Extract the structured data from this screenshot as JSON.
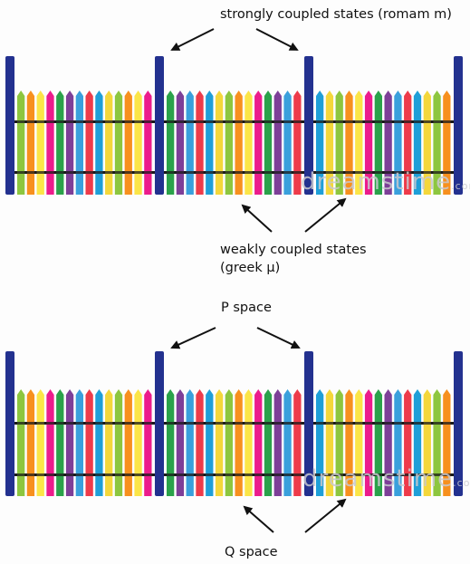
{
  "panels": [
    {
      "id": "top",
      "top_label": "strongly coupled states (romam m)",
      "bottom_label_line1": "weakly coupled states",
      "bottom_label_line2": "(greek μ)",
      "watermark": "dreamstime",
      "watermark_suffix": ".com"
    },
    {
      "id": "bottom",
      "top_label": "P space",
      "bottom_label_line1": "Q space",
      "watermark": "dreamstime",
      "watermark_suffix": ".com"
    }
  ],
  "colors": {
    "post": "#23318f",
    "rail": "#1a1a1a",
    "pickets": [
      "#8dc63f",
      "#f7901e",
      "#fbe547",
      "#ec1c8c",
      "#2ba24a",
      "#7d3f98",
      "#3aa0dc",
      "#ee3b4a",
      "#1f9fd8",
      "#f4d73b"
    ]
  }
}
